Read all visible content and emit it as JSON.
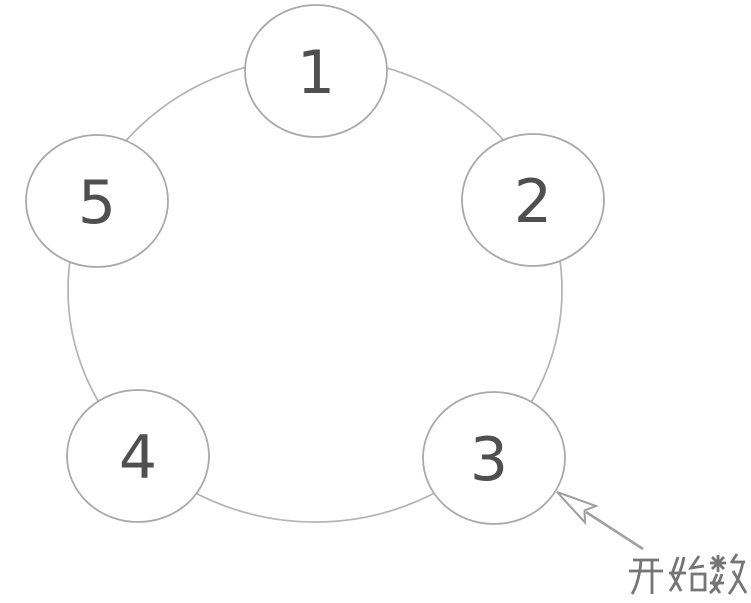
{
  "diagram": {
    "type": "circular-counting-diagram",
    "nodes": [
      {
        "label": "1",
        "position": "top"
      },
      {
        "label": "2",
        "position": "upper-right"
      },
      {
        "label": "3",
        "position": "lower-right"
      },
      {
        "label": "4",
        "position": "lower-left"
      },
      {
        "label": "5",
        "position": "upper-left"
      }
    ],
    "annotation": {
      "label": "开始数",
      "points_to_node": "3"
    },
    "colors": {
      "background": "#ffffff",
      "node_fill": "#ffffff",
      "node_stroke": "#a9a9a9",
      "ring_stroke": "#b3b3b3",
      "number_text": "#4f4f4f",
      "arrow": "#9e9e9e",
      "annotation_text": "#757575"
    }
  }
}
